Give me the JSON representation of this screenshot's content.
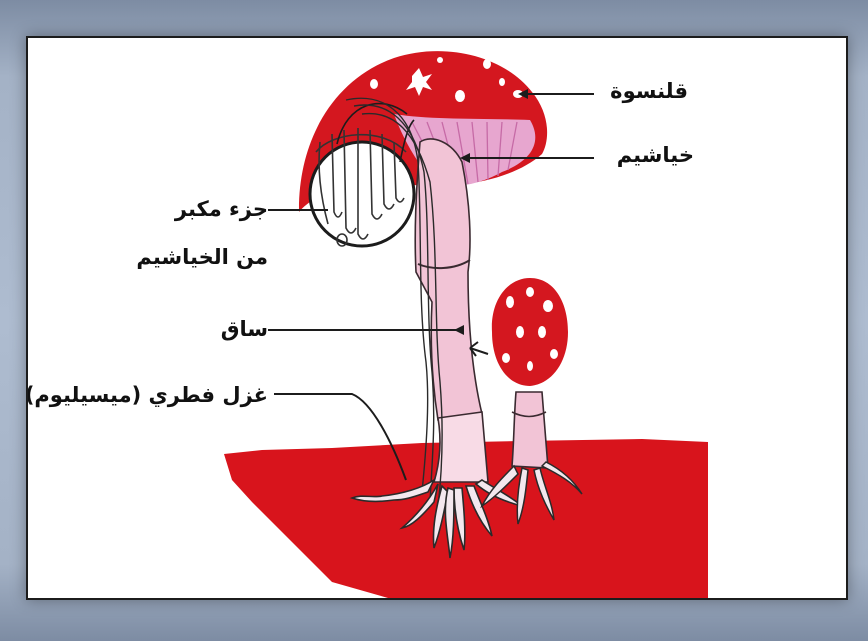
{
  "labels": {
    "cap": "قلنسوة",
    "gills": "خياشيم",
    "magnified_line1": "جزء مكبر",
    "magnified_line2": "من الخياشيم",
    "stem": "ساق",
    "mycelium": "غزل فطري (ميسيليوم)"
  },
  "colors": {
    "mushroom_red": "#d4171f",
    "soil_red": "#d8141c",
    "spots": "#ffffff",
    "gills_pink": "#e7a6cf",
    "stem_pink": "#f2c4d6",
    "frame": "#aebcd0"
  }
}
